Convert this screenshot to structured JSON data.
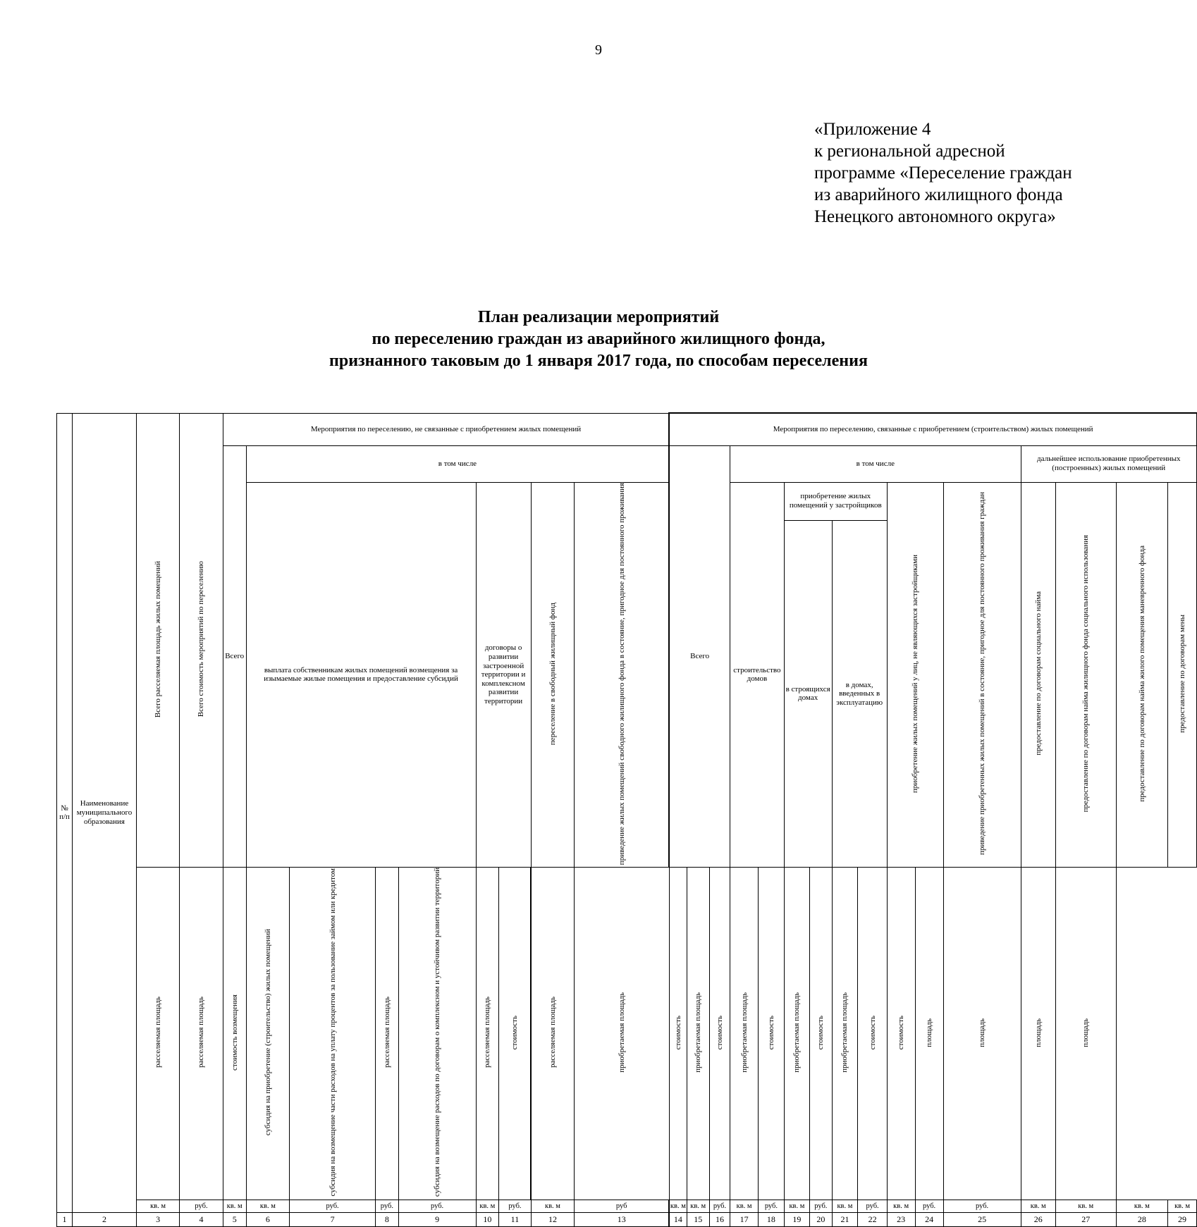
{
  "page_number": "9",
  "appendix": [
    "«Приложение 4",
    "к региональной адресной",
    "программе «Переселение граждан",
    "из аварийного жилищного фонда",
    "Ненецкого автономного округа»"
  ],
  "title": [
    "План реализации мероприятий",
    "по переселению граждан из аварийного жилищного фонда,",
    "признанного таковым до 1 января 2017 года, по способам переселения"
  ],
  "table": {
    "h_no": "№ п/п",
    "h_name": "Наименование муниципального образования",
    "h_total_area": "Всего расселяемая площадь жилых помещений",
    "h_total_cost": "Всего стоимость мероприятий по переселению",
    "h_group_a": "Мероприятия по переселению, не связанные с приобретением жилых помещений",
    "h_group_b": "Мероприятия по переселению, связанные с приобретением (строительством) жилых помещений",
    "h_a_total": "Всего",
    "h_a_incl": "в том числе",
    "h_a_payout": "выплата собственникам жилых помещений возмещения за изымаемые жилые помещения и предоставление субсидий",
    "h_a_contracts": "договоры о развитии застроенной территории и комплексном развитии территории",
    "h_a_free": "переселение в свободный жилищный фонд",
    "h_a_bring": "приведение жилых помещений свободного жилищного фонда в состояние, пригодное для постоянного проживания",
    "h_b_total": "Всего",
    "h_b_incl": "в том числе",
    "h_b_build": "строительство домов",
    "h_b_dev": "приобретение жилых помещений у застройщиков",
    "h_b_dev_new": "в строящихся домах",
    "h_b_dev_exist": "в домах, введенных в эксплуатацию",
    "h_b_nondev": "приобретение жилых помещений у лиц, не являющихся застройщиками",
    "h_b_bring": "приведение приобретенных жилых помещений в состояние, пригодное для постоянного проживания граждан",
    "h_b_further": "дальнейшее использование приобретенных (построенных) жилых помещений",
    "h_b_soc": "предоставление по договорам социального найма",
    "h_b_soc_use": "предоставление по договорам найма жилищного фонда социального использования",
    "h_b_maneuver": "предоставление по договорам найма жилого помещения маневренного фонда",
    "h_b_exchange": "предоставление по договорам мены",
    "sub": {
      "c5": "расселяемая площадь",
      "c6": "расселяемая площадь",
      "c7": "стоимость возмещения",
      "c8": "субсидия на приобретение (строительство) жилых помещений",
      "c9": "субсидия на возмещение части расходов на уплату процентов за пользование займом или кредитом",
      "c10": "расселяемая площадь",
      "c11": "субсидия на возмещение расходов по договорам о комплексном и устойчивом развитии территорий",
      "c12": "расселяемая площадь",
      "c13": "стоимость",
      "c14": "расселяемая площадь",
      "c15": "приобретаемая площадь",
      "c16": "стоимость",
      "c17": "приобретаемая площадь",
      "c18": "стоимость",
      "c19": "приобретаемая площадь",
      "c20": "стоимость",
      "c21": "приобретаемая площадь",
      "c22": "стоимость",
      "c23": "приобретаемая площадь",
      "c24": "стоимость",
      "c25": "стоимость",
      "c26": "площадь",
      "c27": "площадь",
      "c28": "площадь",
      "c29": "площадь"
    },
    "units": {
      "c3": "кв. м",
      "c4": "руб.",
      "c5": "кв. м",
      "c6": "кв. м",
      "c7": "руб.",
      "c8": "руб.",
      "c9": "руб.",
      "c10": "кв. м",
      "c11": "руб.",
      "c12": "кв. м",
      "c13": "руб",
      "c14": "кв. м",
      "c15": "кв. м",
      "c16": "руб.",
      "c17": "кв. м",
      "c18": "руб.",
      "c19": "кв. м",
      "c20": "руб.",
      "c21": "кв. м",
      "c22": "руб.",
      "c23": "кв. м",
      "c24": "руб.",
      "c25": "руб.",
      "c26": "кв. м",
      "c27": "кв. м",
      "c28": "кв. м",
      "c29": "кв. м"
    },
    "col_numbers": [
      "1",
      "2",
      "3",
      "4",
      "5",
      "6",
      "7",
      "8",
      "9",
      "10",
      "11",
      "12",
      "13",
      "14",
      "15",
      "16",
      "17",
      "18",
      "19",
      "20",
      "21",
      "22",
      "23",
      "24",
      "25",
      "26",
      "27",
      "28",
      "29"
    ]
  }
}
